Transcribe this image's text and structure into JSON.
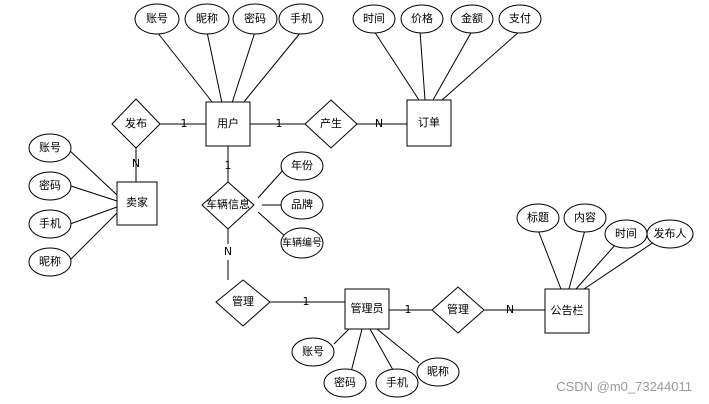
{
  "entities": {
    "user": "用户",
    "order": "订单",
    "seller": "卖家",
    "admin": "管理员",
    "notice": "公告栏"
  },
  "relationships": {
    "publish": "发布",
    "generate": "产生",
    "vehicle_info": "车辆信息",
    "manage_left": "管理",
    "manage_right": "管理"
  },
  "attributes": {
    "user": [
      "账号",
      "昵称",
      "密码",
      "手机"
    ],
    "order": [
      "时间",
      "价格",
      "金额",
      "支付"
    ],
    "seller": [
      "账号",
      "密码",
      "手机",
      "昵称"
    ],
    "vehicle": [
      "年份",
      "品牌",
      "车辆编号"
    ],
    "admin": [
      "账号",
      "密码",
      "手机",
      "昵称"
    ],
    "notice": [
      "标题",
      "内容",
      "时间",
      "发布人"
    ]
  },
  "cardinalities": {
    "publish_user": "1",
    "publish_seller": "N",
    "generate_user": "1",
    "generate_order": "N",
    "vehicle_user": "1",
    "vehicle_lower": "N",
    "manage_admin": "1",
    "manage2_admin": "1",
    "manage2_notice": "N"
  },
  "watermark": "CSDN @m0_73244011"
}
